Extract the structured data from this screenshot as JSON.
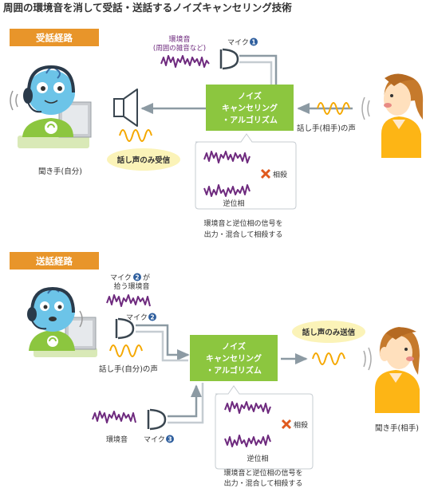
{
  "title": "周囲の環境音を消して受話・送話するノイズキャンセリング技術",
  "colors": {
    "orange": "#e8952a",
    "green": "#8cc63f",
    "purple": "#6e2a7e",
    "wave_orange": "#f5a800",
    "gray": "#8c9aa3",
    "pill": "#fbf3b8"
  },
  "receive": {
    "section_label": "受話経路",
    "noise_label_1": "環境音",
    "noise_label_2": "(周囲の雑音など)",
    "mic_label": "マイク",
    "mic_number": "1",
    "processor_lines": [
      "ノイズ",
      "キャンセリング",
      "・アルゴリズム"
    ],
    "cancel_label": "相殺",
    "inverse_label": "逆位相",
    "desc_lines": [
      "環境音と逆位相の信号を",
      "出力・混合して相殺する"
    ],
    "only_voice_label": "話し声のみ受信",
    "listener_label": "聞き手(自分)",
    "speaker_label": "話し手(相手)の声"
  },
  "send": {
    "section_label": "送話経路",
    "mic2_label_1a": "マイク",
    "mic2_number": "2",
    "mic2_label_1b": "が",
    "mic2_label_2": "拾う環境音",
    "mic_label": "マイク",
    "mic_number": "2",
    "voice_label": "話し手(自分)の声",
    "processor_lines": [
      "ノイズ",
      "キャンセリング",
      "・アルゴリズム"
    ],
    "only_voice_label": "話し声のみ送信",
    "ambient_label": "環境音",
    "mic3_label": "マイク",
    "mic3_number": "3",
    "cancel_label": "相殺",
    "inverse_label": "逆位相",
    "desc_lines": [
      "環境音と逆位相の信号を",
      "出力・混合して相殺する"
    ],
    "listener_label": "聞き手(相手)"
  }
}
